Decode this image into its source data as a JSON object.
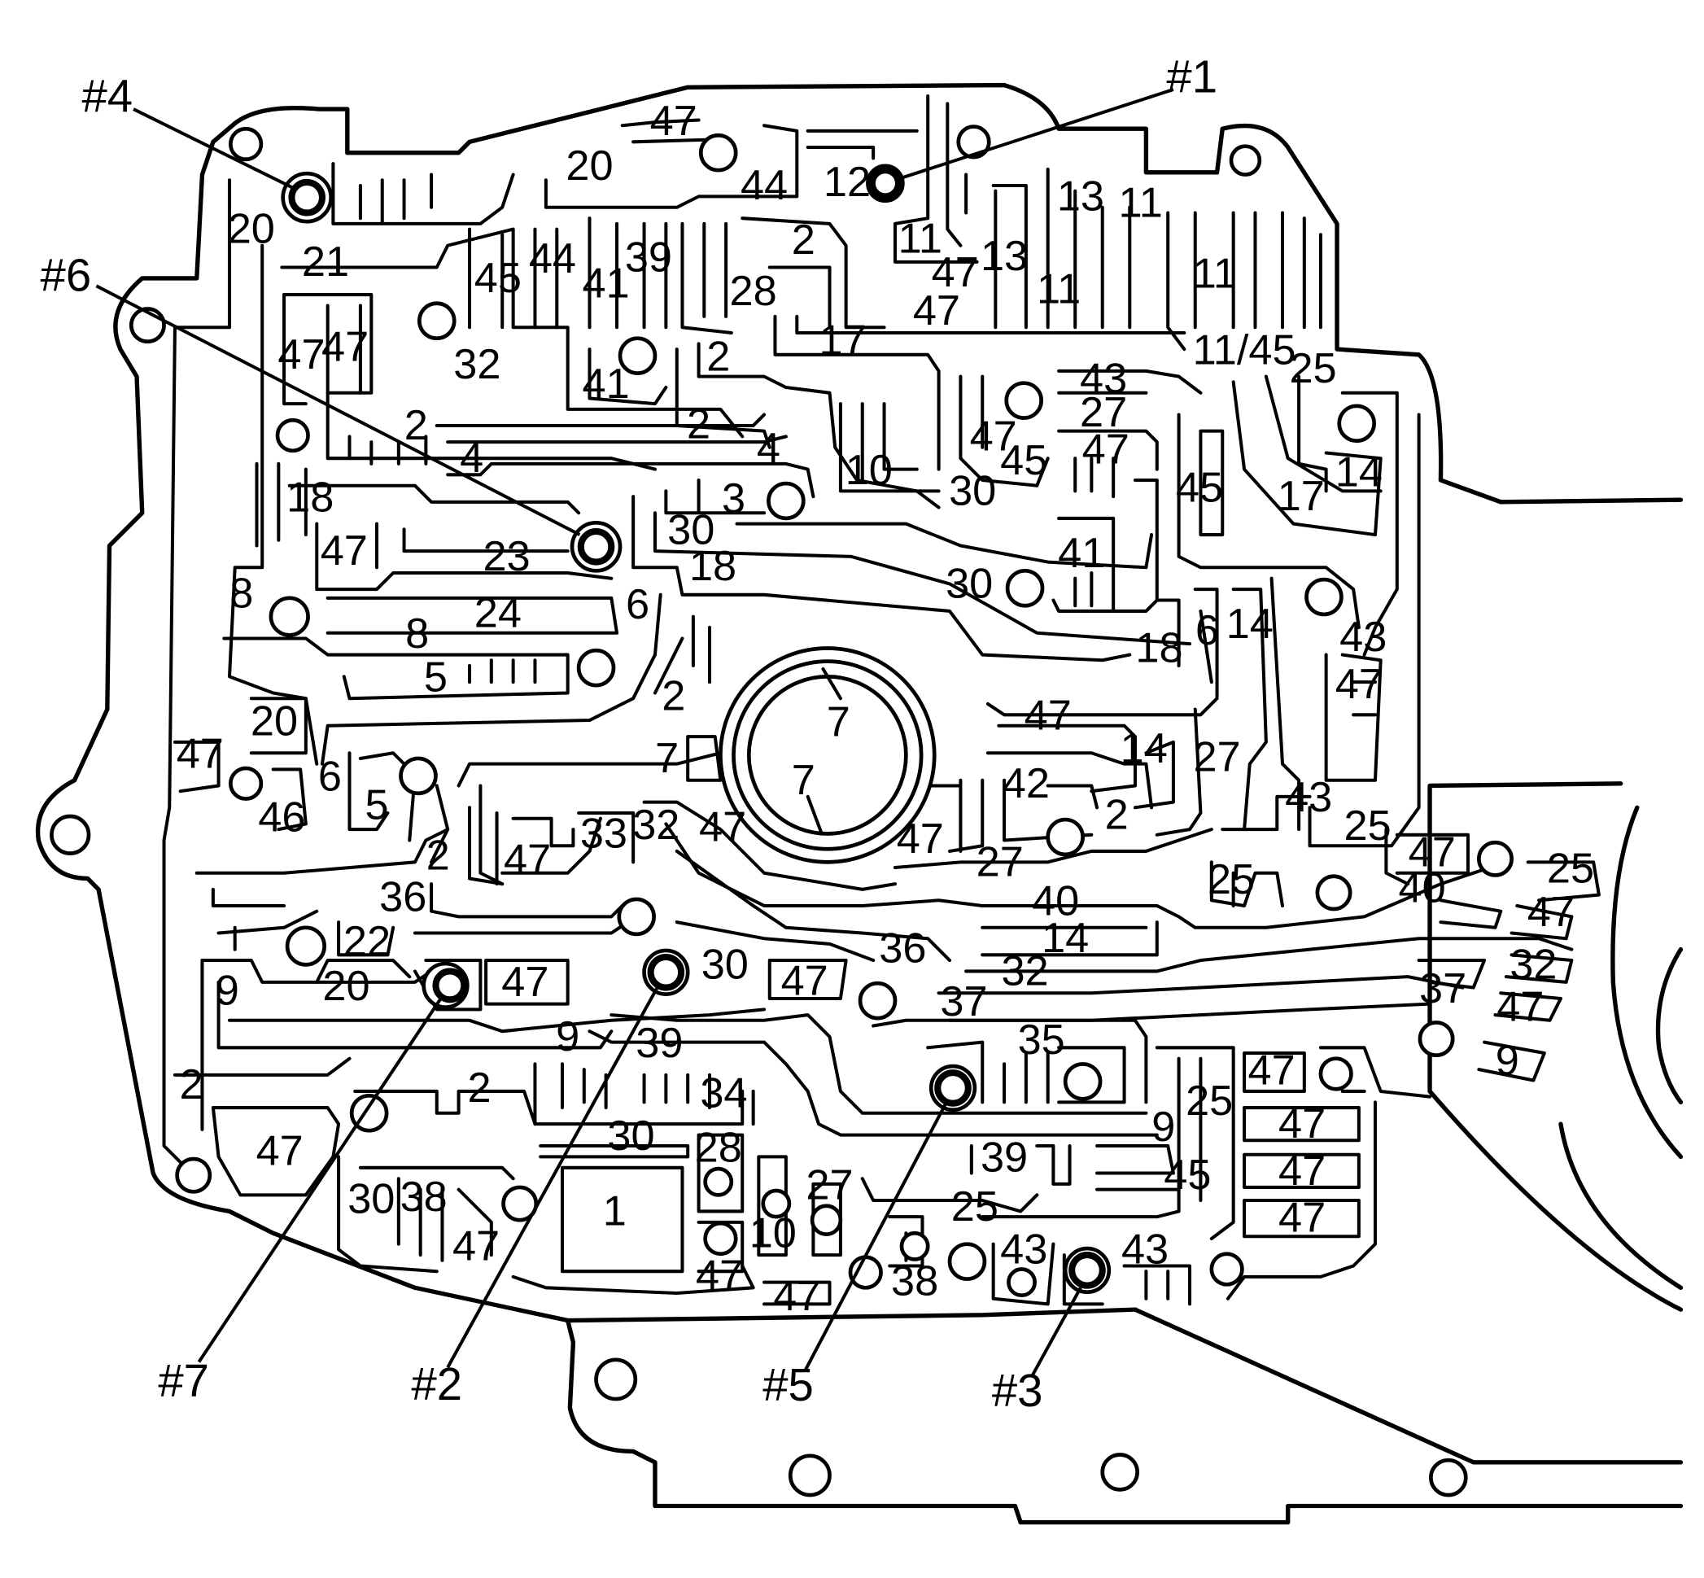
{
  "callouts": [
    "#1",
    "#2",
    "#3",
    "#4",
    "#5",
    "#6",
    "#7"
  ],
  "passage_labels": [
    "47",
    "20",
    "44",
    "12",
    "13",
    "11",
    "11",
    "47",
    "13",
    "2",
    "39",
    "41",
    "45",
    "44",
    "21",
    "20",
    "28",
    "11",
    "11",
    "47",
    "17",
    "11/45",
    "25",
    "47",
    "47",
    "32",
    "2",
    "41",
    "43",
    "2",
    "27",
    "2",
    "47",
    "45",
    "47",
    "45",
    "4",
    "4",
    "14",
    "18",
    "3",
    "10",
    "30",
    "17",
    "30",
    "47",
    "23",
    "41",
    "18",
    "30",
    "8",
    "24",
    "6",
    "6",
    "14",
    "18",
    "43",
    "8",
    "5",
    "2",
    "47",
    "7",
    "20",
    "47",
    "14",
    "27",
    "42",
    "7",
    "6",
    "5",
    "46",
    "7",
    "2",
    "43",
    "32",
    "47",
    "33",
    "47",
    "2",
    "47",
    "27",
    "25",
    "47",
    "25",
    "36",
    "25",
    "40",
    "47",
    "40",
    "14",
    "22",
    "36",
    "32",
    "32",
    "9",
    "20",
    "47",
    "30",
    "47",
    "37",
    "37",
    "47",
    "9",
    "39",
    "35",
    "9",
    "2",
    "2",
    "34",
    "25",
    "47",
    "47",
    "47",
    "9",
    "47",
    "30",
    "28",
    "39",
    "47",
    "45",
    "47",
    "1",
    "30",
    "38",
    "27",
    "25",
    "10",
    "47",
    "47",
    "43",
    "43",
    "38",
    "47"
  ]
}
